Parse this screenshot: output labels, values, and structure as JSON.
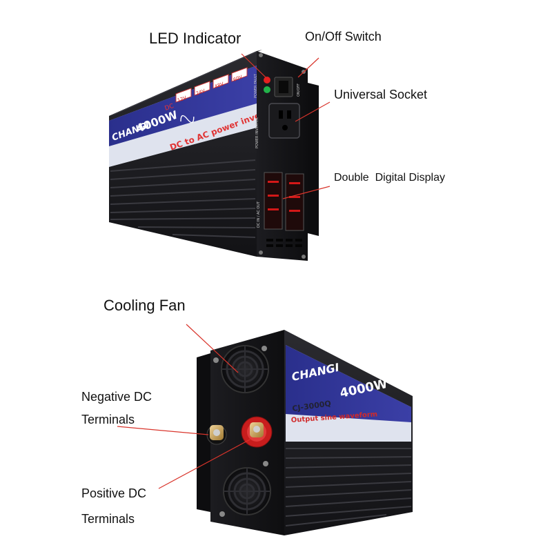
{
  "callouts": {
    "led_indicator": "LED Indicator",
    "on_off_switch": "On/Off Switch",
    "universal_socket": "Universal Socket",
    "double_digital_display": "Double  Digital Display",
    "cooling_fan": "Cooling Fan",
    "negative_dc_line1": "Negative DC",
    "negative_dc_line2": "Terminals",
    "positive_dc_line1": "Positive DC",
    "positive_dc_line2": "Terminals"
  },
  "front_unit": {
    "brand": "CHANGI",
    "power": "4000W",
    "subtitle": "DC to AC power inverter",
    "dc_label": "DC",
    "voltages": [
      "12V",
      "24V",
      "48V",
      "60V"
    ],
    "panel_text": "POWER INVERTER",
    "led_text": "POWER FAULT",
    "switch_text": "ON/OFF",
    "display_text": "DC IN / AC OUT"
  },
  "back_unit": {
    "brand": "CHANGI",
    "power": "4000W",
    "model": "CJ-3000Q",
    "subtitle": "Output sine waveform"
  },
  "colors": {
    "housing": "#1b1b1f",
    "label_blue": "#2a2f8c",
    "label_light": "#dfe3ee",
    "led_red": "#e62020",
    "led_green": "#22b34a",
    "display_red": "#d41818",
    "callout_line": "#d9342b",
    "terminal_red": "#c81d1d"
  }
}
